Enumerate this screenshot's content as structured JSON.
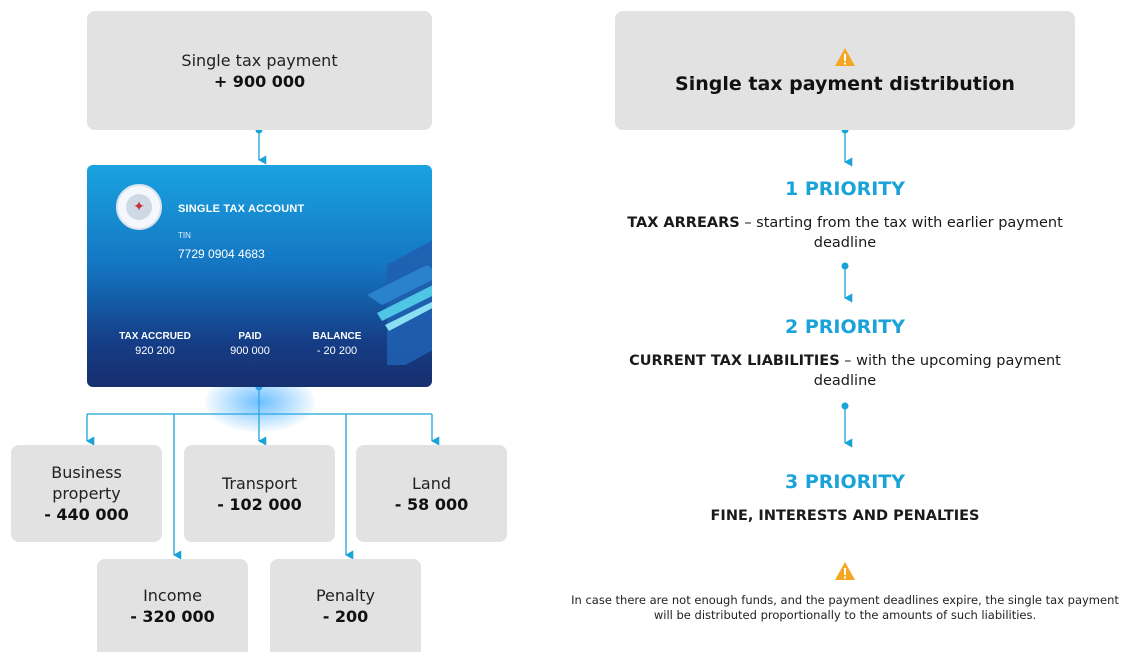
{
  "left": {
    "payment": {
      "label": "Single tax payment",
      "amount": "+ 900 000"
    },
    "card": {
      "title": "SINGLE TAX ACCOUNT",
      "tin_label": "TIN",
      "tin_value": "7729 0904 4683",
      "stats": [
        {
          "label": "TAX ACCRUED",
          "value": "920 200"
        },
        {
          "label": "PAID",
          "value": "900 000"
        },
        {
          "label": "BALANCE",
          "value": "- 20 200"
        }
      ]
    },
    "taxes": [
      {
        "label": "Business property",
        "amount": "- 440 000"
      },
      {
        "label": "Transport",
        "amount": "- 102 000"
      },
      {
        "label": "Land",
        "amount": "- 58 000"
      },
      {
        "label": "Income",
        "amount": "- 320 000"
      },
      {
        "label": "Penalty",
        "amount": "- 200"
      }
    ]
  },
  "right": {
    "title": "Single tax payment distribution",
    "priorities": [
      {
        "heading": "1 PRIORITY",
        "bold": "TAX ARREARS",
        "text": " – starting from the tax with earlier payment deadline"
      },
      {
        "heading": "2 PRIORITY",
        "bold": "CURRENT TAX LIABILITIES",
        "text": " – with the upcoming payment deadline"
      },
      {
        "heading": "3 PRIORITY",
        "bold": "FINE, INTERESTS AND PENALTIES",
        "text": ""
      }
    ],
    "note": "In case there are not enough funds, and the payment deadlines expire, the single tax payment will be distributed proportionally to the amounts of such liabilities."
  },
  "colors": {
    "accent": "#1aa3d8",
    "box_bg": "#e2e2e2",
    "warning": "#f5a623"
  },
  "icons": [
    "warning-icon",
    "emblem-icon",
    "arrow-down-icon"
  ]
}
